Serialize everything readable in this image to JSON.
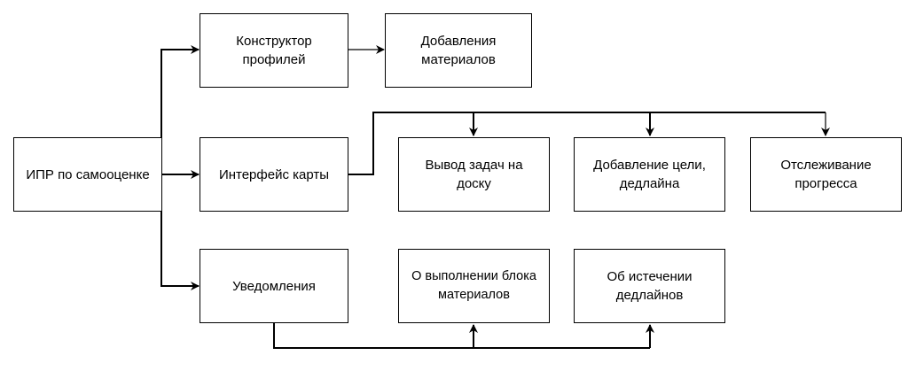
{
  "nodes": {
    "root": "ИПР по самооценке",
    "profile_builder": "Конструктор профилей",
    "add_materials": "Добавления материалов",
    "map_interface": "Интерфейс карты",
    "tasks_board": "Вывод задач на доску",
    "add_goal": "Добавление цели, дедлайна",
    "progress": "Отслеживание прогресса",
    "notifications": "Уведомления",
    "block_done": "О выполнении блока материалов",
    "deadline_expired": "Об истечении дедлайнов"
  },
  "colors": {
    "line": "#000000",
    "box_fill": "#ffffff"
  }
}
